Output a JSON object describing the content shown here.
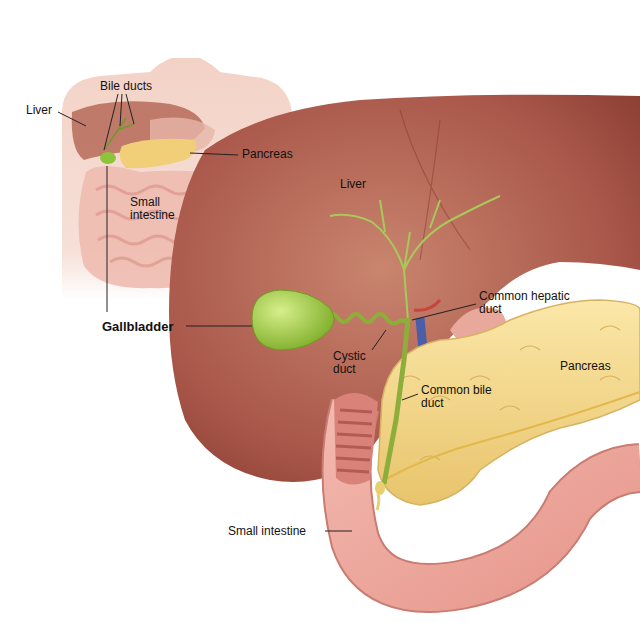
{
  "diagram": {
    "labels": [
      "Bile ducts",
      "Liver",
      "Pancreas",
      "Small intestine",
      "Gallbladder",
      "Liver",
      "Common hepatic duct",
      "Cystic duct",
      "Common bile duct",
      "Pancreas",
      "Small intestine"
    ]
  }
}
